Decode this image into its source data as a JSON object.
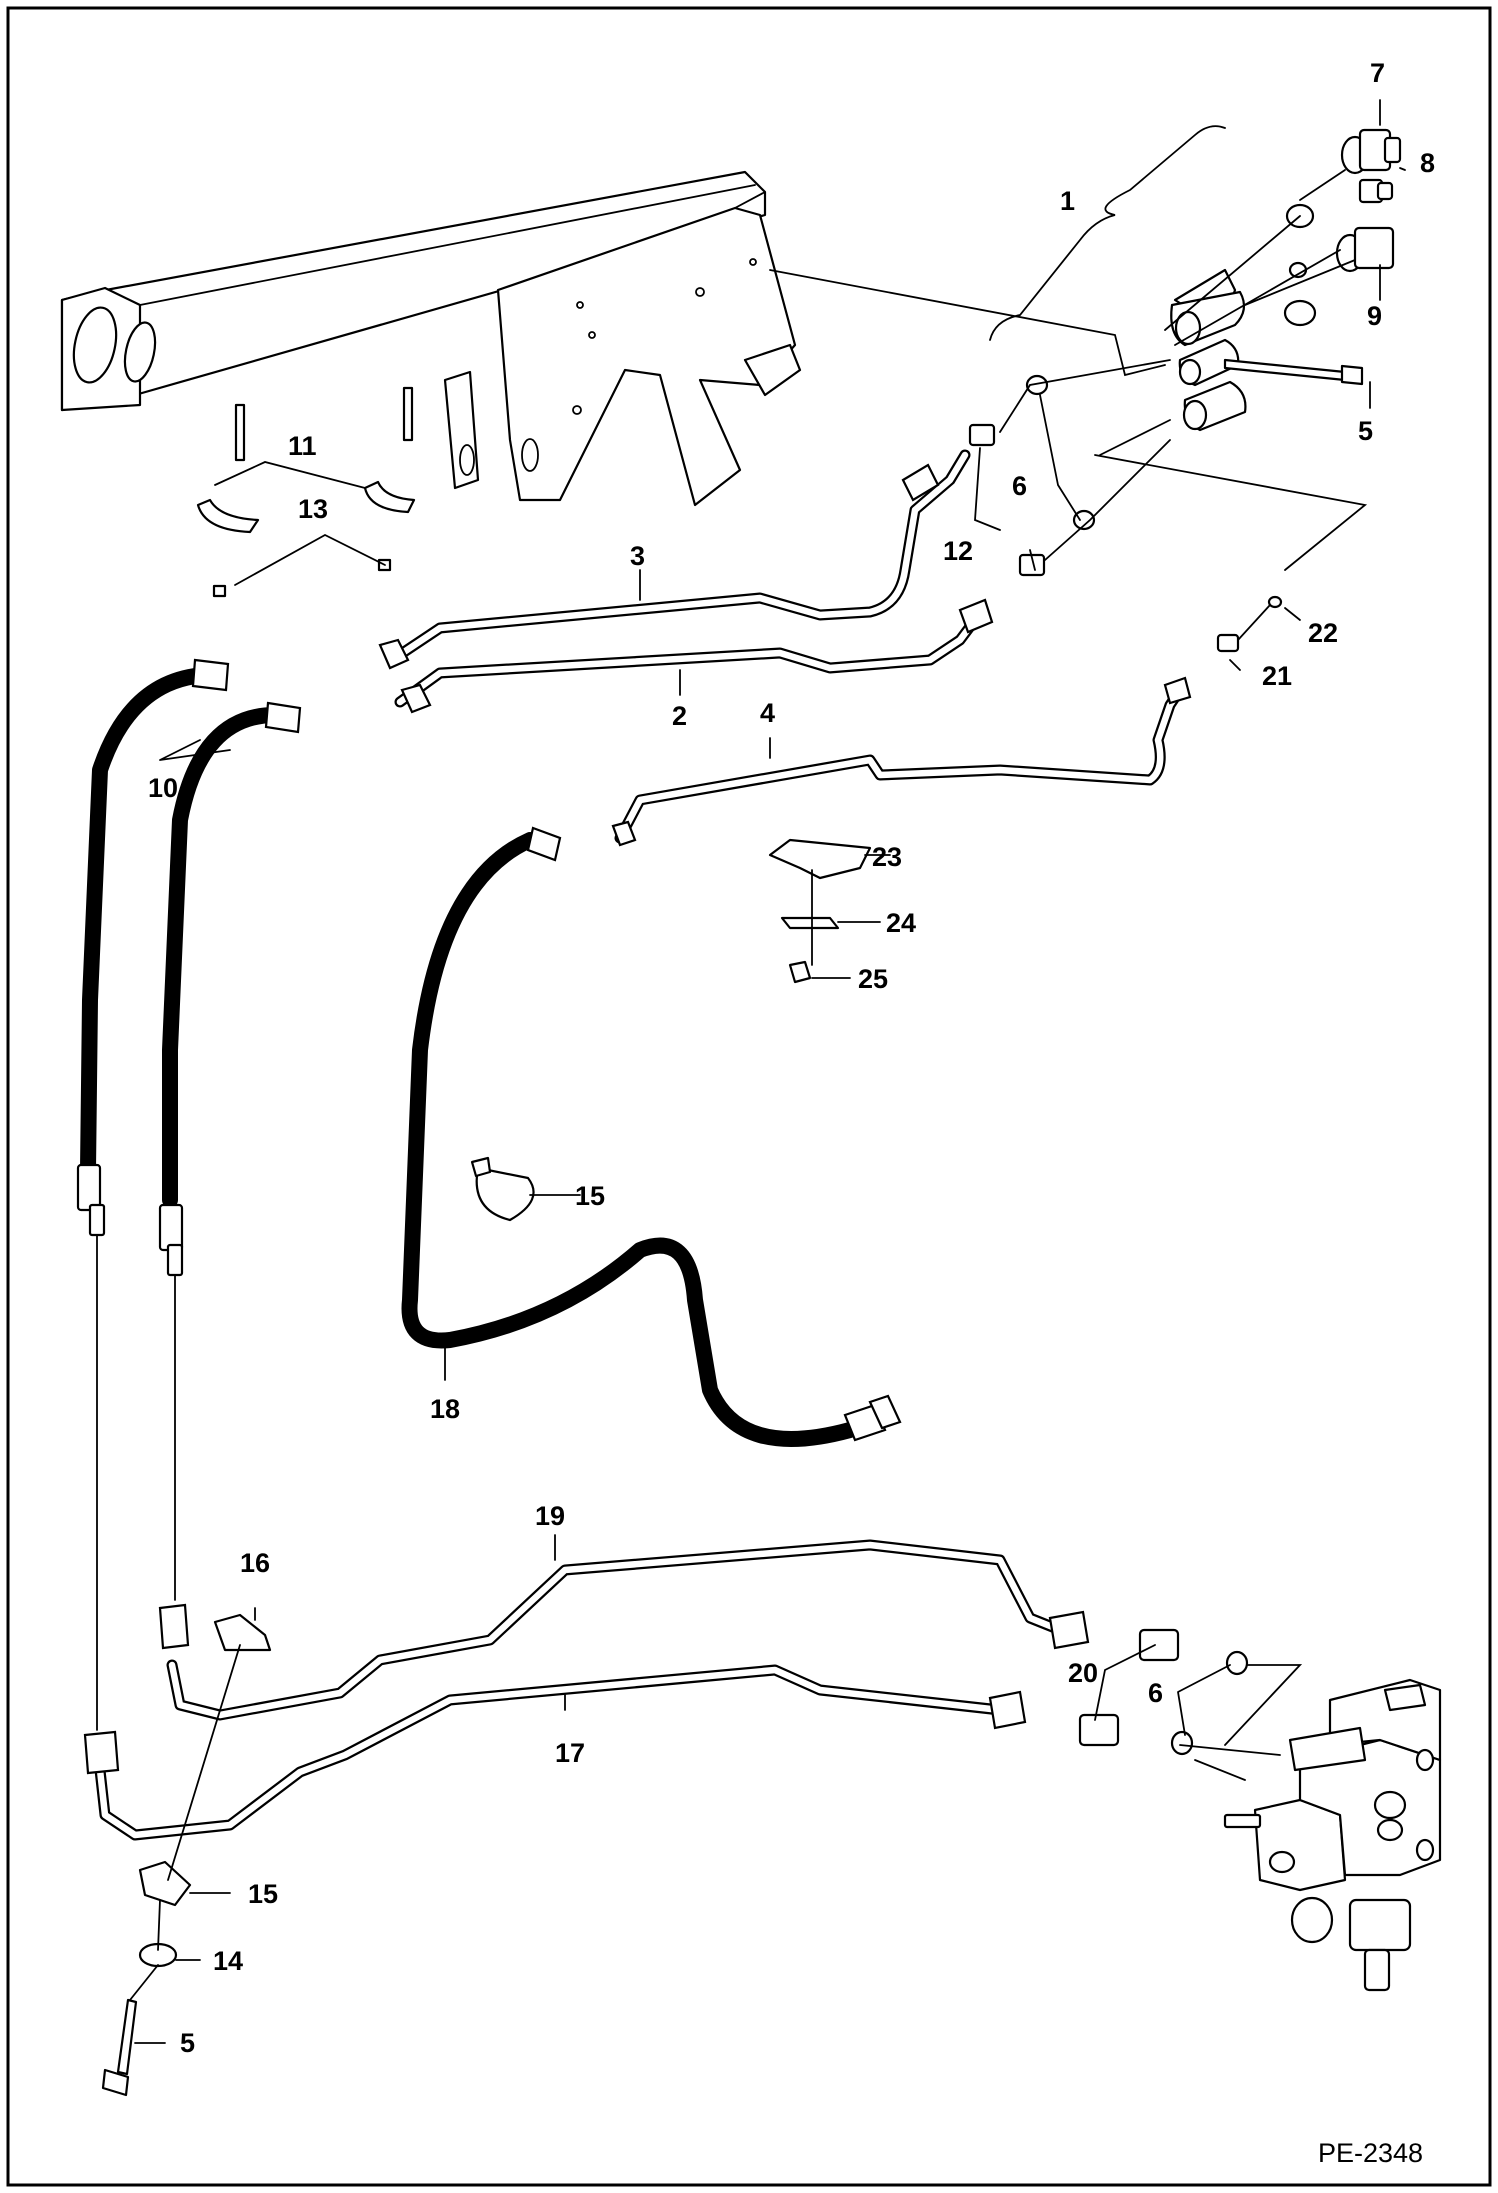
{
  "figure_id": "PE-2348",
  "callouts": {
    "c1": "1",
    "c2": "2",
    "c3": "3",
    "c4": "4",
    "c5a": "5",
    "c5b": "5",
    "c6a": "6",
    "c6b": "6",
    "c7": "7",
    "c8": "8",
    "c9": "9",
    "c10": "10",
    "c11": "11",
    "c12": "12",
    "c13": "13",
    "c14": "14",
    "c15a": "15",
    "c15b": "15",
    "c16": "16",
    "c17": "17",
    "c18": "18",
    "c19": "19",
    "c20": "20",
    "c21": "21",
    "c22": "22",
    "c23": "23",
    "c24": "24",
    "c25": "25"
  }
}
